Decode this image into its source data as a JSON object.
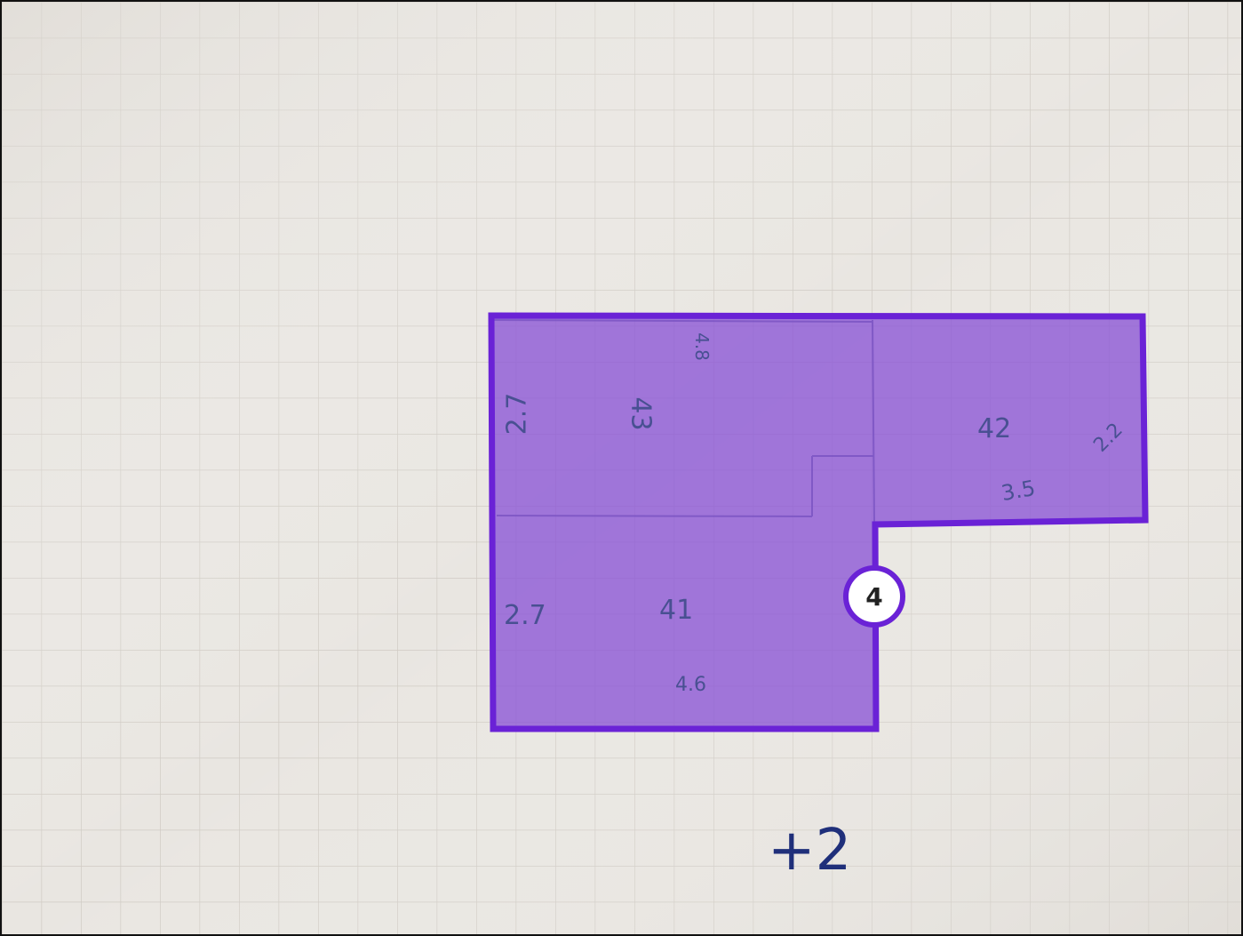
{
  "annotation": {
    "badge_label": "4",
    "polygon_fill": "#8a55d6",
    "polygon_stroke": "#6a22d6",
    "fill_opacity": 0.78
  },
  "handwriting": {
    "room_43_label": "43",
    "room_43_width": "4.8",
    "room_43_height": "2.7",
    "room_42_label": "42",
    "room_42_width": "3.5",
    "room_42_height": "2.2",
    "room_41_label": "41",
    "room_41_width": "4.6",
    "room_41_height": "2.7",
    "floor_label": "+2"
  }
}
